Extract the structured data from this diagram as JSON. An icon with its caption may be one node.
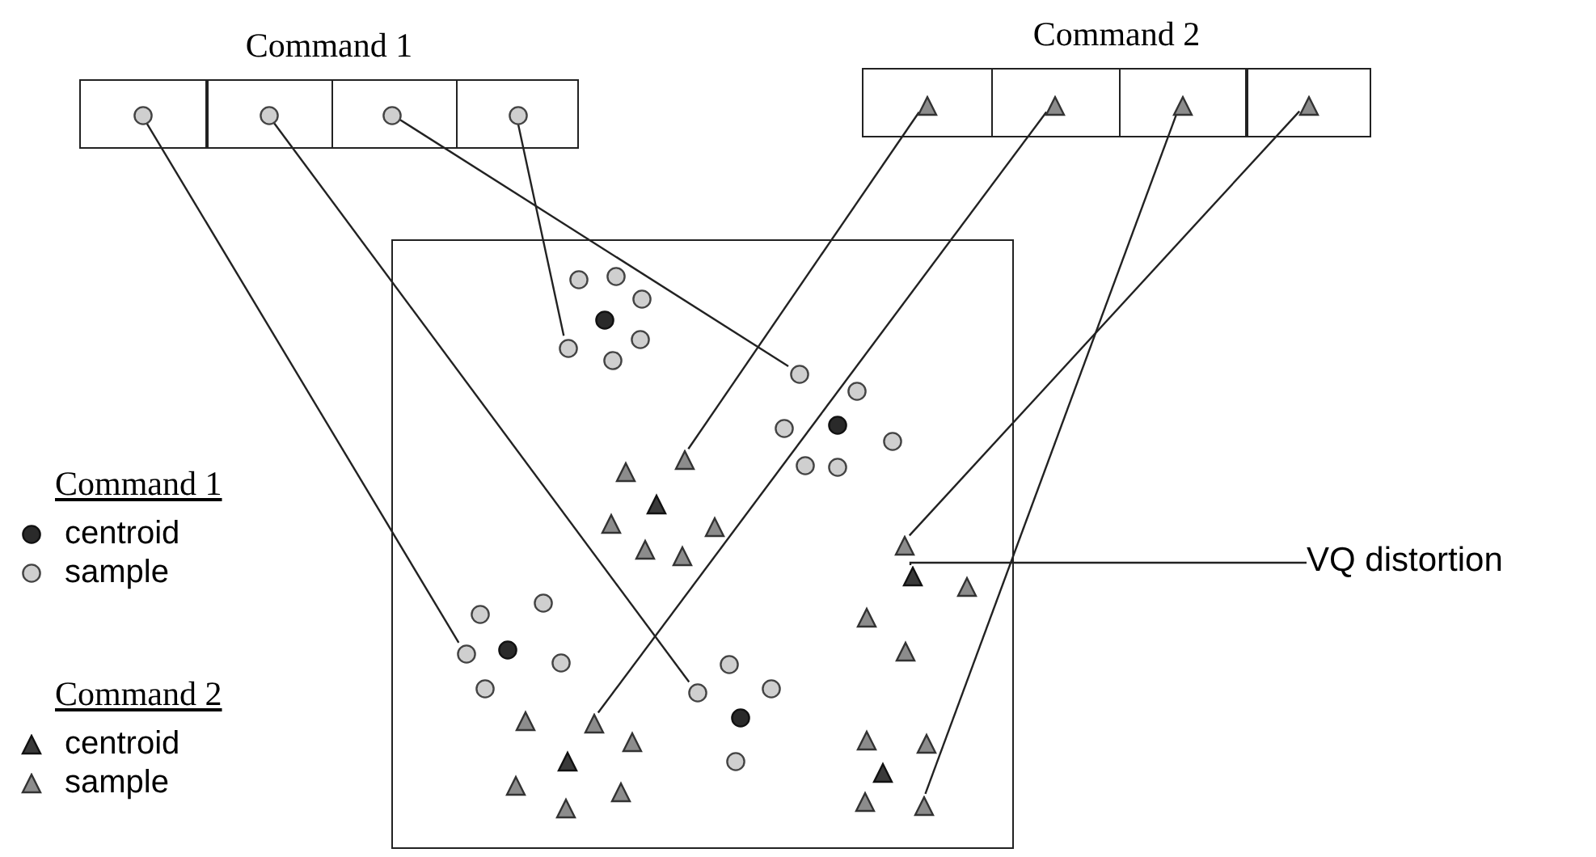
{
  "diagram": {
    "nodes": [
      {
        "text": [
          "Command 1"
        ]
      },
      {
        "text": [],
        "shape": "circle",
        "in": 0
      },
      {
        "text": [],
        "shape": "circle",
        "in": 0
      },
      {
        "text": [],
        "shape": "circle",
        "in": 0
      },
      {
        "text": [],
        "shape": "circle",
        "in": 0
      },
      {
        "text": [
          "Command 2"
        ]
      },
      {
        "text": [],
        "shape": "triangle",
        "in": 5
      },
      {
        "text": [],
        "shape": "triangle",
        "in": 5
      },
      {
        "text": [],
        "shape": "triangle",
        "in": 5
      },
      {
        "text": [],
        "shape": "triangle",
        "in": 5
      },
      {
        "text": [],
        "shape": "box"
      },
      {
        "text": [],
        "shape": "circle",
        "in": 10
      },
      {
        "text": [],
        "shape": "circle",
        "in": 10
      },
      {
        "text": [],
        "shape": "triangle",
        "in": 10
      },
      {
        "text": [],
        "shape": "triangle",
        "in": 10
      },
      {
        "text": [],
        "shape": "triangle",
        "in": 10
      },
      {
        "text": [],
        "shape": "circle",
        "in": 10
      },
      {
        "text": [],
        "shape": "circle",
        "in": 10
      },
      {
        "text": [],
        "shape": "triangle",
        "in": 10
      },
      {
        "text": [],
        "shape": "triangle",
        "in": 10
      },
      {
        "text": [
          "VQ distortion"
        ]
      }
    ],
    "edges": [
      {
        "from": 1,
        "to": 16,
        "arrow": "none"
      },
      {
        "from": 2,
        "to": 17,
        "arrow": "none"
      },
      {
        "from": 3,
        "to": 12,
        "arrow": "none"
      },
      {
        "from": 4,
        "to": 11,
        "arrow": "none"
      },
      {
        "from": 6,
        "to": 13,
        "arrow": "none"
      },
      {
        "from": 7,
        "to": 18,
        "arrow": "none"
      },
      {
        "from": 8,
        "to": 19,
        "arrow": "none"
      },
      {
        "from": 9,
        "to": 14,
        "arrow": "none"
      },
      {
        "from": 20,
        "to": 15,
        "arrow": "none"
      }
    ],
    "labels": [
      "Command 1",
      "Command 2"
    ],
    "legend": [
      {
        "text": "centroid"
      },
      {
        "text": "sample"
      },
      {
        "text": "centroid"
      },
      {
        "text": "sample"
      }
    ]
  }
}
